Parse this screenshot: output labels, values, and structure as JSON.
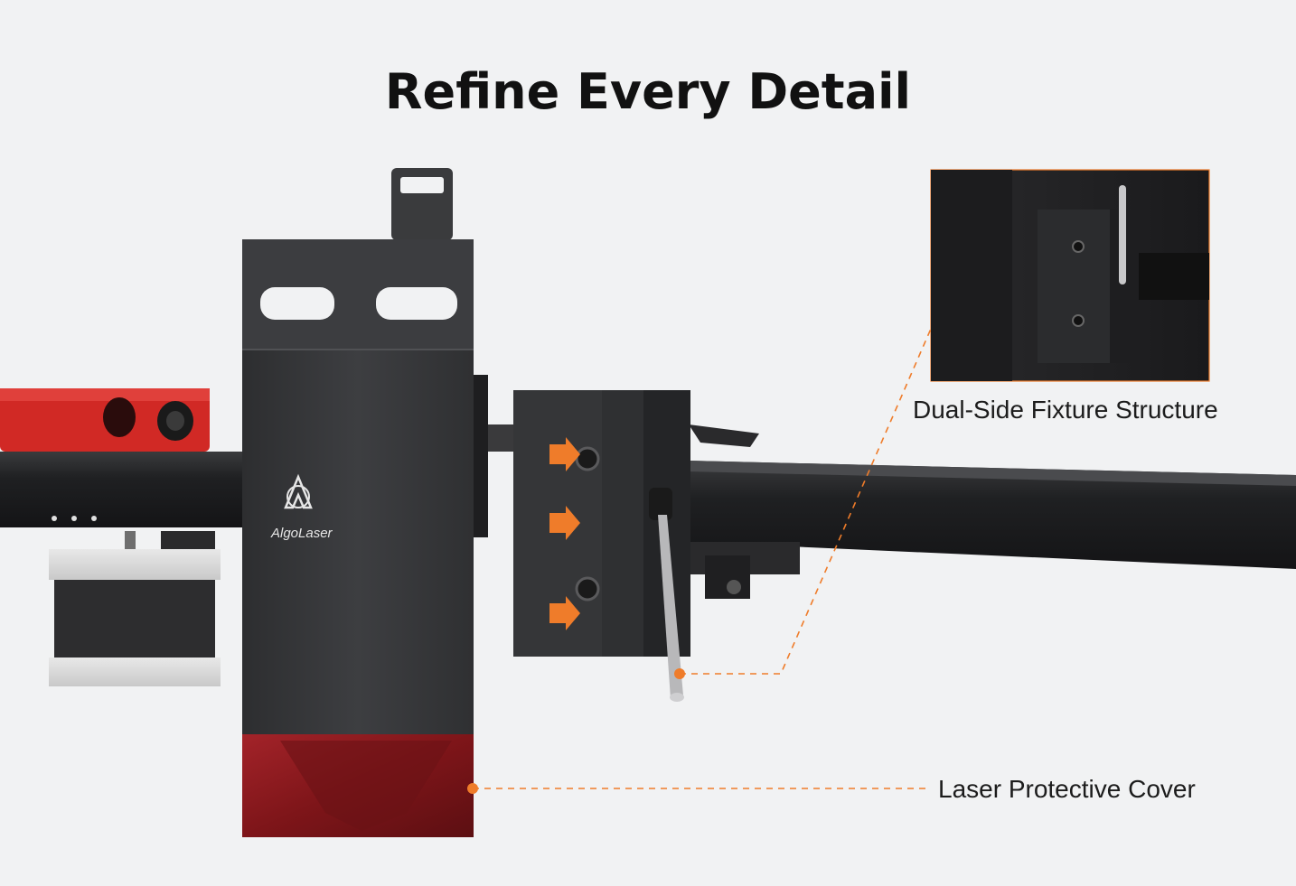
{
  "title": "Refine Every Detail",
  "brand": "AlgoLaser",
  "callouts": {
    "fixture": "Dual-Side Fixture Structure",
    "cover": "Laser Protective Cover"
  },
  "colors": {
    "background": "#f1f2f3",
    "accent": "#ef7c2a",
    "module_body": "#3a3b3d",
    "rail": "#1d1d1f",
    "red_block": "#d42a26",
    "cover": "#8f1b1f"
  },
  "icons": [
    "arrow-right-icon",
    "arrow-right-icon",
    "arrow-right-icon",
    "algolaser-logo"
  ]
}
